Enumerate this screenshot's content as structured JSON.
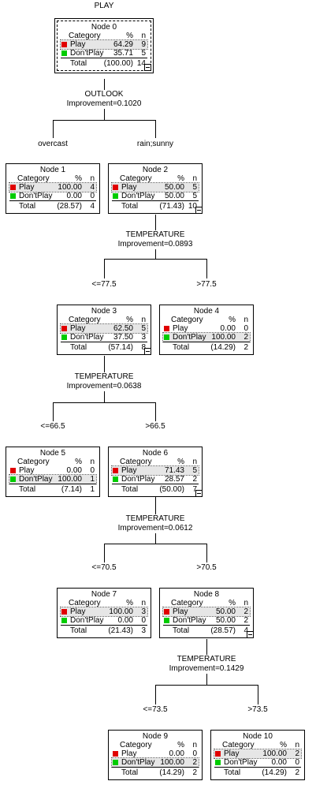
{
  "title": "PLAY",
  "colors": {
    "Play": "#e00000",
    "DontPlay": "#00cc00"
  },
  "header": {
    "category": "Category",
    "pct": "%",
    "n": "n"
  },
  "nodes": {
    "n0": {
      "title": "Node 0",
      "play_pct": "64.29",
      "play_n": "9",
      "dont_pct": "35.71",
      "dont_n": "5",
      "total_pct": "(100.00)",
      "total_n": "14",
      "hl": "play"
    },
    "n1": {
      "title": "Node 1",
      "play_pct": "100.00",
      "play_n": "4",
      "dont_pct": "0.00",
      "dont_n": "0",
      "total_pct": "(28.57)",
      "total_n": "4",
      "hl": "play"
    },
    "n2": {
      "title": "Node 2",
      "play_pct": "50.00",
      "play_n": "5",
      "dont_pct": "50.00",
      "dont_n": "5",
      "total_pct": "(71.43)",
      "total_n": "10",
      "hl": "play"
    },
    "n3": {
      "title": "Node 3",
      "play_pct": "62.50",
      "play_n": "5",
      "dont_pct": "37.50",
      "dont_n": "3",
      "total_pct": "(57.14)",
      "total_n": "8",
      "hl": "play"
    },
    "n4": {
      "title": "Node 4",
      "play_pct": "0.00",
      "play_n": "0",
      "dont_pct": "100.00",
      "dont_n": "2",
      "total_pct": "(14.29)",
      "total_n": "2",
      "hl": "dont"
    },
    "n5": {
      "title": "Node 5",
      "play_pct": "0.00",
      "play_n": "0",
      "dont_pct": "100.00",
      "dont_n": "1",
      "total_pct": "(7.14)",
      "total_n": "1",
      "hl": "dont"
    },
    "n6": {
      "title": "Node 6",
      "play_pct": "71.43",
      "play_n": "5",
      "dont_pct": "28.57",
      "dont_n": "2",
      "total_pct": "(50.00)",
      "total_n": "7",
      "hl": "play"
    },
    "n7": {
      "title": "Node 7",
      "play_pct": "100.00",
      "play_n": "3",
      "dont_pct": "0.00",
      "dont_n": "0",
      "total_pct": "(21.43)",
      "total_n": "3",
      "hl": "play"
    },
    "n8": {
      "title": "Node 8",
      "play_pct": "50.00",
      "play_n": "2",
      "dont_pct": "50.00",
      "dont_n": "2",
      "total_pct": "(28.57)",
      "total_n": "4",
      "hl": "play"
    },
    "n9": {
      "title": "Node 9",
      "play_pct": "0.00",
      "play_n": "0",
      "dont_pct": "100.00",
      "dont_n": "2",
      "total_pct": "(14.29)",
      "total_n": "2",
      "hl": "dont"
    },
    "n10": {
      "title": "Node 10",
      "play_pct": "100.00",
      "play_n": "2",
      "dont_pct": "0.00",
      "dont_n": "0",
      "total_pct": "(14.29)",
      "total_n": "2",
      "hl": "play"
    }
  },
  "labels": {
    "play": "Play",
    "dont": "Don'tPlay",
    "total": "Total"
  },
  "splits": {
    "s0": {
      "var": "OUTLOOK",
      "imp": "Improvement=0.1020",
      "left": "overcast",
      "right": "rain;sunny"
    },
    "s2": {
      "var": "TEMPERATURE",
      "imp": "Improvement=0.0893",
      "left": "<=77.5",
      "right": ">77.5"
    },
    "s3": {
      "var": "TEMPERATURE",
      "imp": "Improvement=0.0638",
      "left": "<=66.5",
      "right": ">66.5"
    },
    "s6": {
      "var": "TEMPERATURE",
      "imp": "Improvement=0.0612",
      "left": "<=70.5",
      "right": ">70.5"
    },
    "s8": {
      "var": "TEMPERATURE",
      "imp": "Improvement=0.1429",
      "left": "<=73.5",
      "right": ">73.5"
    }
  }
}
